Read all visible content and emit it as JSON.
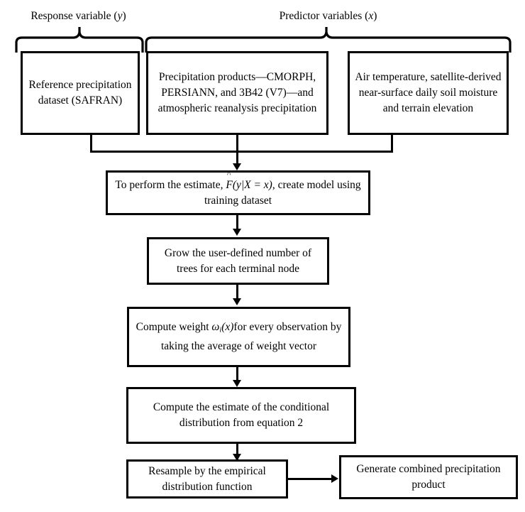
{
  "diagram": {
    "title": "Quantile regression forest precipitation merging flowchart",
    "groups": [
      {
        "id": "response",
        "label_prefix": "Response variable (",
        "label_var": "y",
        "label_suffix": ")"
      },
      {
        "id": "predictor",
        "label_prefix": "Predictor variables (",
        "label_var": "x",
        "label_suffix": ")"
      }
    ],
    "nodes": {
      "reference_dataset": "Reference precipitation dataset (SAFRAN)",
      "precipitation_products": "Precipitation products—CMORPH, PERSIANN, and 3B42 (V7)—and atmospheric reanalysis precipitation",
      "ancillary_variables": "Air temperature, satellite-derived near-surface daily soil moisture and terrain elevation",
      "create_model_pre": "To perform the estimate, ",
      "create_model_formula_f": "F",
      "create_model_formula_args": "(y|X = x)",
      "create_model_post": ", create model using training dataset",
      "grow_trees": "Grow the user-defined number of trees for each terminal node",
      "compute_weight_pre": "Compute weight ",
      "compute_weight_omega": "ω",
      "compute_weight_sub": "i",
      "compute_weight_x": "(x)",
      "compute_weight_post": "for every observation by taking the average of weight vector",
      "conditional_distribution": "Compute the estimate of the conditional distribution from equation 2",
      "resample": "Resample by the empirical distribution function",
      "generate_product": "Generate combined precipitation product"
    },
    "colors": {
      "stroke": "#000000",
      "fill": "#ffffff",
      "text": "#000000"
    }
  }
}
